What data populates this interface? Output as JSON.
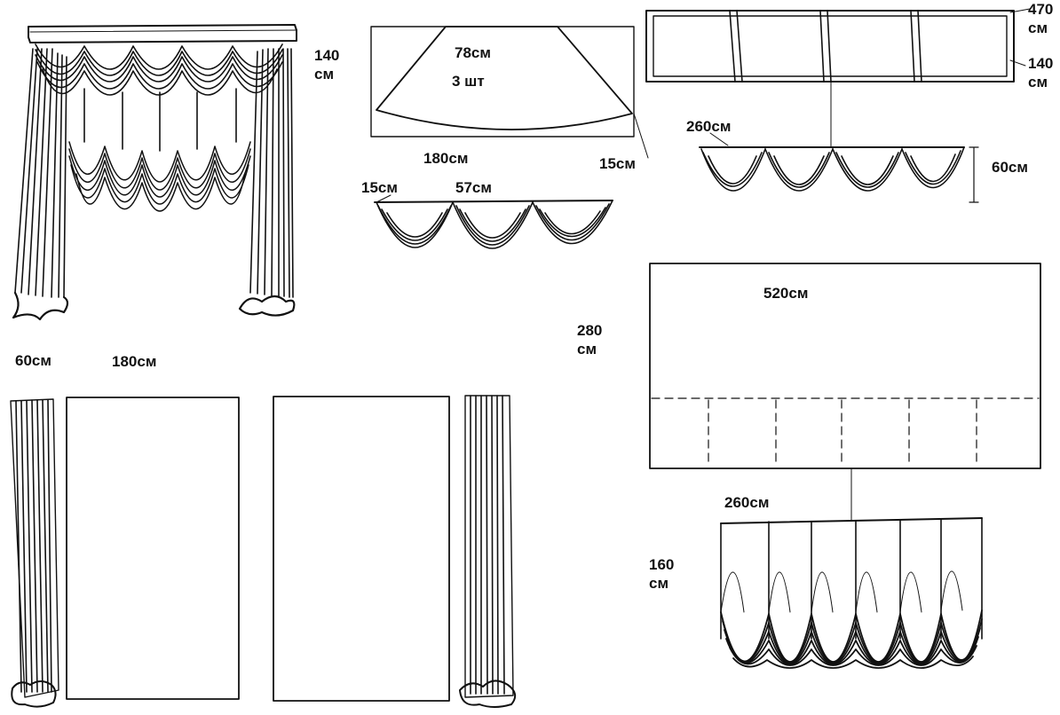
{
  "labels": {
    "top_left_height": "140\nсм",
    "swag_piece_width": "78см",
    "swag_piece_count": "3 шт",
    "swag_base_width": "180см",
    "swag_side_drop": "15см",
    "swag_row_jabot": "15см",
    "swag_row_width": "57см",
    "frame_width": "470\nсм",
    "frame_height": "140\nсм",
    "valance_width": "260см",
    "valance_height": "60см",
    "panel_narrow_width": "60см",
    "panel_wide_width": "180см",
    "austrian_flat_height": "280\nсм",
    "austrian_flat_width": "520см",
    "austrian_gathered_width": "260см",
    "austrian_gathered_height": "160\nсм"
  }
}
